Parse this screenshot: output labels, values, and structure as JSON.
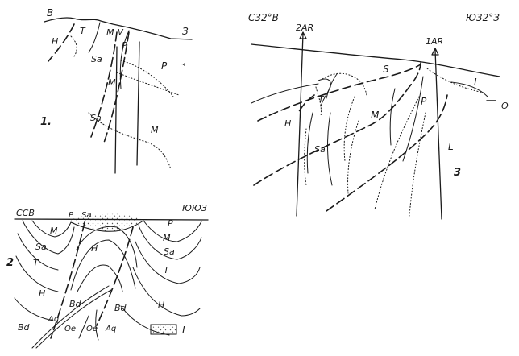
{
  "colors": {
    "ink": "#1a1a1a",
    "paper": "#ffffff",
    "stipple": "#555555"
  },
  "section1": {
    "number": "1.",
    "left_dir": "В",
    "right_dir": "З",
    "labels": {
      "h": "H",
      "t": "T",
      "sa_top": "Sa",
      "m_top": "M",
      "v": "V",
      "p_top": "P",
      "m_mid": "M",
      "p_right": "P",
      "sa_low": "Sa",
      "m_low": "M",
      "mark": "ʳ⁴"
    }
  },
  "section2": {
    "number": "2",
    "left_dir": "ССВ",
    "right_dir": "ЮЮЗ",
    "labels": {
      "p_l": "P",
      "sa_l1": "Sa",
      "m_l": "M",
      "sa_l2": "Sa",
      "t_l": "T",
      "h_l": "H",
      "h_c": "H",
      "bd_c": "Bd",
      "bd_ll": "Bd",
      "aq_c": "Aq",
      "oe_l": "Oe",
      "oe_r": "Oe",
      "aq_r": "Aq",
      "p_r": "P",
      "m_r": "M",
      "sa_r": "Sa",
      "t_r": "T",
      "bd_r": "Bd",
      "h_r": "H"
    },
    "legend_label": "I"
  },
  "section3": {
    "number": "3",
    "left_dir": "С32°В",
    "right_dir": "Ю32°З",
    "well_left": "2AR",
    "well_right": "1AR",
    "labels": {
      "s": "S",
      "l_top": "L",
      "o": "O",
      "t": "T",
      "h": "H",
      "m": "M",
      "p": "P",
      "sa": "Sa",
      "l_low": "L"
    }
  }
}
